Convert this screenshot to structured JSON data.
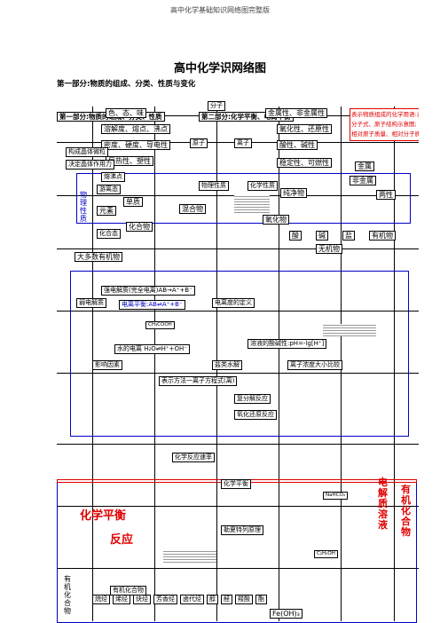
{
  "header": {
    "doc_title": "高中化学基础知识网络图完整版",
    "main_title": "高中化学识网络图",
    "part1_heading": "第一部分:物质的组成、分类、性质与变化"
  },
  "map": {
    "overlay_part1": "第一部分:物质的组成、分类、性质",
    "overlay_part2": "第二部分:化学平衡、电离平衡",
    "properties": [
      "色、态、味",
      "溶解度、熔点、沸点",
      "密度、硬度、导电性",
      "导热性、塑性",
      "物理性质",
      "化学性质"
    ],
    "terms": [
      "分子",
      "原子",
      "离子",
      "元素",
      "单质",
      "化合物",
      "混合物",
      "纯净物",
      "金属",
      "非金属",
      "氧化物",
      "酸",
      "碱",
      "盐",
      "有机物",
      "无机物",
      "两性"
    ],
    "chem_props": [
      "金属性、非金属性",
      "氧化性、还原性",
      "酸性、碱性",
      "稳定性、可燃性"
    ],
    "red_note": [
      "表示物质组成的化学用语:元素符号、",
      "分子式、原子结构示意图;",
      "相对原子质量、相对分子质量"
    ],
    "small_labels": [
      "构成晶体微粒",
      "决定晶体作用力",
      "熔沸点",
      "游离态",
      "化合态",
      "大多数有机物",
      "强电解质(完全电离)AB→A⁺+B⁻",
      "弱电解质",
      "电离平衡:AB⇌A⁺+B⁻",
      "电离度的定义",
      "溶液的酸碱性:pH=-lg[H⁺]",
      "水的电离 H₂O⇌H⁺+OH⁻",
      "影响因素",
      "盐类水解",
      "离子浓度大小比较",
      "表示方法一离子方程式(离)",
      "复分解反应",
      "氧化还原反应",
      "化学反应速率",
      "化学平衡",
      "勒夏特列原理",
      "有机化合物"
    ],
    "bottom_row": [
      "烷烃",
      "烯烃",
      "炔烃",
      "芳香烃",
      "卤代烃",
      "醇",
      "醛",
      "羧酸",
      "酯"
    ],
    "big_red_1": "化学平衡",
    "big_red_2": "反应",
    "big_red_3": "电解质溶液",
    "side_left_1": "物理性质",
    "side_left_2": "有机化合物",
    "side_right_red": "有机化合物",
    "formula_1": "CH₃COOH",
    "formula_2": "C₂H₅OH",
    "formula_3": "Fe(OH)₃",
    "formula_4": "NaHCO₃"
  }
}
